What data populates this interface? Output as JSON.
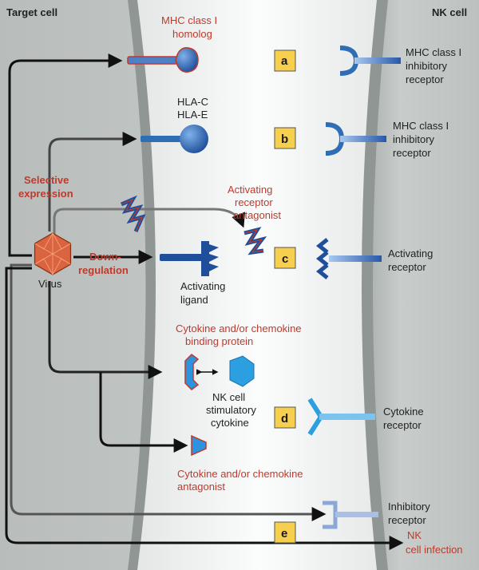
{
  "headers": {
    "target_cell": "Target cell",
    "nk_cell": "NK cell"
  },
  "labels": {
    "mhc_homolog": [
      "MHC class I",
      "homolog"
    ],
    "hla": [
      "HLA-C",
      "HLA-E"
    ],
    "selective_expression": [
      "Selective",
      "expression"
    ],
    "activating_antagonist": [
      "Activating",
      "receptor",
      "antagonist"
    ],
    "down_regulation": [
      "Down-",
      "regulation"
    ],
    "virus": "Virus",
    "activating_ligand": [
      "Activating",
      "ligand"
    ],
    "cytokine_binding_protein": [
      "Cytokine and/or chemokine",
      "binding protein"
    ],
    "nk_stimulatory_cytokine": [
      "NK cell",
      "stimulatory",
      "cytokine"
    ],
    "cytokine_antagonist": [
      "Cytokine and/or chemokine",
      "antagonist"
    ],
    "mhc_inhibitory_receptor_a": [
      "MHC class I",
      "inhibitory",
      "receptor"
    ],
    "mhc_inhibitory_receptor_b": [
      "MHC class I",
      "inhibitory",
      "receptor"
    ],
    "activating_receptor": [
      "Activating",
      "receptor"
    ],
    "cytokine_receptor": [
      "Cytokine",
      "receptor"
    ],
    "inhibitory_receptor": [
      "Inhibitory",
      "receptor"
    ],
    "nk_cell_infection": [
      "NK",
      "cell infection"
    ]
  },
  "boxes": [
    "a",
    "b",
    "c",
    "d",
    "e"
  ],
  "colors": {
    "accent_red": "#c0392b",
    "receptor_blue": "#2f6db5",
    "cytokine_blue": "#1f8fd6",
    "box_yellow": "#f7cf4f",
    "membrane": "#9ea4a2"
  }
}
